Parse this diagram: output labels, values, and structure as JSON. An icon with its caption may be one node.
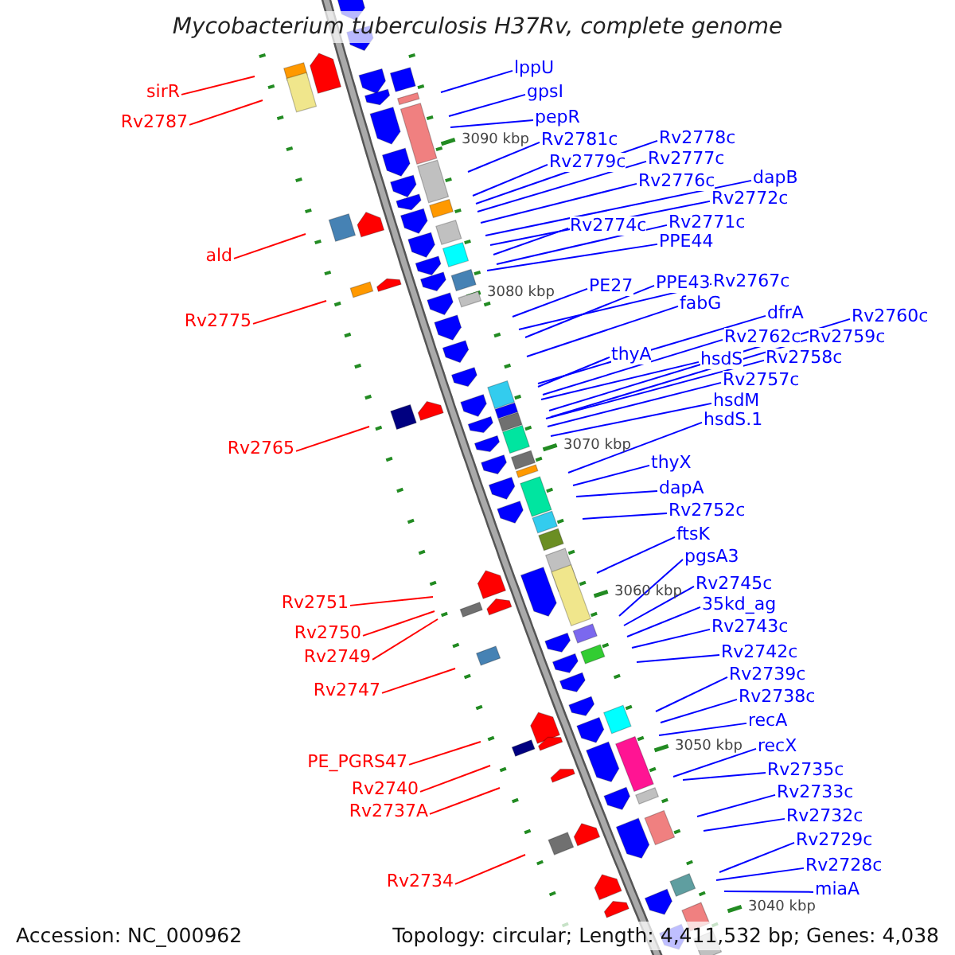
{
  "diagram": {
    "title": "Mycobacterium tuberculosis H37Rv, complete genome",
    "nodes": [
      {
        "text": [
          "lppU"
        ]
      },
      {
        "text": [
          "sirR"
        ]
      },
      {
        "text": [
          "gpsI"
        ]
      },
      {
        "text": [
          "pepR"
        ]
      },
      {
        "text": [
          "Rv2787"
        ]
      },
      {
        "text": [
          "Rv2778c"
        ]
      },
      {
        "text": [
          "Rv2781c"
        ]
      },
      {
        "text": [
          "Rv2777c"
        ]
      },
      {
        "text": [
          "Rv2779c"
        ]
      },
      {
        "text": [
          "dapB"
        ]
      },
      {
        "text": [
          "Rv2776c"
        ]
      },
      {
        "text": [
          "Rv2772c"
        ]
      },
      {
        "text": [
          "Rv2771c"
        ]
      },
      {
        "text": [
          "Rv2774c"
        ]
      },
      {
        "text": [
          "PPE44"
        ]
      },
      {
        "text": [
          "ald"
        ]
      },
      {
        "text": [
          "Rv2767c"
        ]
      },
      {
        "text": [
          "PPE43"
        ]
      },
      {
        "text": [
          "PE27"
        ]
      },
      {
        "text": [
          "fabG"
        ]
      },
      {
        "text": [
          "dfrA"
        ]
      },
      {
        "text": [
          "Rv2760c"
        ]
      },
      {
        "text": [
          "Rv2775"
        ]
      },
      {
        "text": [
          "Rv2762c"
        ]
      },
      {
        "text": [
          "Rv2759c"
        ]
      },
      {
        "text": [
          "thyA"
        ]
      },
      {
        "text": [
          "Rv2758c"
        ]
      },
      {
        "text": [
          "hsdS"
        ]
      },
      {
        "text": [
          "Rv2757c"
        ]
      },
      {
        "text": [
          "hsdM"
        ]
      },
      {
        "text": [
          "hsdS.1"
        ]
      },
      {
        "text": [
          "Rv2765"
        ]
      },
      {
        "text": [
          "thyX"
        ]
      },
      {
        "text": [
          "dapA"
        ]
      },
      {
        "text": [
          "Rv2752c"
        ]
      },
      {
        "text": [
          "ftsK"
        ]
      },
      {
        "text": [
          "pgsA3"
        ]
      },
      {
        "text": [
          "Rv2745c"
        ]
      },
      {
        "text": [
          "Rv2751"
        ]
      },
      {
        "text": [
          "35kd_ag"
        ]
      },
      {
        "text": [
          "Rv2743c"
        ]
      },
      {
        "text": [
          "Rv2750"
        ]
      },
      {
        "text": [
          "Rv2742c"
        ]
      },
      {
        "text": [
          "Rv2749"
        ]
      },
      {
        "text": [
          "Rv2739c"
        ]
      },
      {
        "text": [
          "Rv2747"
        ]
      },
      {
        "text": [
          "Rv2738c"
        ]
      },
      {
        "text": [
          "recA"
        ]
      },
      {
        "text": [
          "recX"
        ]
      },
      {
        "text": [
          "PE_PGRS47"
        ]
      },
      {
        "text": [
          "Rv2735c"
        ]
      },
      {
        "text": [
          "Rv2740"
        ]
      },
      {
        "text": [
          "Rv2733c"
        ]
      },
      {
        "text": [
          "Rv2737A"
        ]
      },
      {
        "text": [
          "Rv2732c"
        ]
      },
      {
        "text": [
          "Rv2729c"
        ]
      },
      {
        "text": [
          "Rv2728c"
        ]
      },
      {
        "text": [
          "Rv2734"
        ]
      },
      {
        "text": [
          "miaA"
        ]
      }
    ],
    "edges": [
      {
        "from": 0,
        "to": null,
        "arrow": "none"
      },
      {
        "from": 1,
        "to": null,
        "arrow": "none",
        "color": "#ff0000"
      },
      {
        "from": 2,
        "to": null,
        "arrow": "none"
      },
      {
        "from": 3,
        "to": null,
        "arrow": "none"
      },
      {
        "from": 4,
        "to": null,
        "arrow": "none",
        "color": "#ff0000"
      },
      {
        "from": 5,
        "to": null,
        "arrow": "none"
      },
      {
        "from": 6,
        "to": null,
        "arrow": "none"
      },
      {
        "from": 7,
        "to": null,
        "arrow": "none"
      },
      {
        "from": 8,
        "to": null,
        "arrow": "none"
      },
      {
        "from": 9,
        "to": null,
        "arrow": "none"
      },
      {
        "from": 10,
        "to": null,
        "arrow": "none"
      },
      {
        "from": 11,
        "to": null,
        "arrow": "none"
      },
      {
        "from": 12,
        "to": null,
        "arrow": "none"
      },
      {
        "from": 13,
        "to": null,
        "arrow": "none"
      },
      {
        "from": 14,
        "to": null,
        "arrow": "none"
      },
      {
        "from": 15,
        "to": null,
        "arrow": "none",
        "color": "#ff0000"
      },
      {
        "from": 16,
        "to": null,
        "arrow": "none"
      },
      {
        "from": 17,
        "to": null,
        "arrow": "none"
      },
      {
        "from": 18,
        "to": null,
        "arrow": "none"
      },
      {
        "from": 19,
        "to": null,
        "arrow": "none"
      },
      {
        "from": 20,
        "to": null,
        "arrow": "none"
      },
      {
        "from": 21,
        "to": null,
        "arrow": "none"
      },
      {
        "from": 22,
        "to": null,
        "arrow": "none",
        "color": "#ff0000"
      },
      {
        "from": 23,
        "to": null,
        "arrow": "none"
      },
      {
        "from": 24,
        "to": null,
        "arrow": "none"
      },
      {
        "from": 25,
        "to": null,
        "arrow": "none"
      },
      {
        "from": 26,
        "to": null,
        "arrow": "none"
      },
      {
        "from": 27,
        "to": null,
        "arrow": "none"
      },
      {
        "from": 28,
        "to": null,
        "arrow": "none"
      },
      {
        "from": 29,
        "to": null,
        "arrow": "none"
      },
      {
        "from": 30,
        "to": null,
        "arrow": "none"
      },
      {
        "from": 31,
        "to": null,
        "arrow": "none",
        "color": "#ff0000"
      },
      {
        "from": 32,
        "to": null,
        "arrow": "none"
      },
      {
        "from": 33,
        "to": null,
        "arrow": "none"
      },
      {
        "from": 34,
        "to": null,
        "arrow": "none"
      },
      {
        "from": 35,
        "to": null,
        "arrow": "none"
      },
      {
        "from": 36,
        "to": null,
        "arrow": "none"
      },
      {
        "from": 37,
        "to": null,
        "arrow": "none"
      },
      {
        "from": 38,
        "to": null,
        "arrow": "none",
        "color": "#ff0000"
      },
      {
        "from": 39,
        "to": null,
        "arrow": "none"
      },
      {
        "from": 40,
        "to": null,
        "arrow": "none"
      },
      {
        "from": 41,
        "to": null,
        "arrow": "none",
        "color": "#ff0000"
      },
      {
        "from": 42,
        "to": null,
        "arrow": "none"
      },
      {
        "from": 43,
        "to": null,
        "arrow": "none",
        "color": "#ff0000"
      },
      {
        "from": 44,
        "to": null,
        "arrow": "none"
      },
      {
        "from": 45,
        "to": null,
        "arrow": "none",
        "color": "#ff0000"
      },
      {
        "from": 46,
        "to": null,
        "arrow": "none"
      },
      {
        "from": 47,
        "to": null,
        "arrow": "none"
      },
      {
        "from": 48,
        "to": null,
        "arrow": "none"
      },
      {
        "from": 49,
        "to": null,
        "arrow": "none",
        "color": "#ff0000"
      },
      {
        "from": 50,
        "to": null,
        "arrow": "none"
      },
      {
        "from": 51,
        "to": null,
        "arrow": "none",
        "color": "#ff0000"
      },
      {
        "from": 52,
        "to": null,
        "arrow": "none"
      },
      {
        "from": 53,
        "to": null,
        "arrow": "none",
        "color": "#ff0000"
      },
      {
        "from": 54,
        "to": null,
        "arrow": "none"
      },
      {
        "from": 55,
        "to": null,
        "arrow": "none"
      },
      {
        "from": 56,
        "to": null,
        "arrow": "none"
      },
      {
        "from": 57,
        "to": null,
        "arrow": "none",
        "color": "#ff0000"
      },
      {
        "from": 58,
        "to": null,
        "arrow": "none"
      }
    ],
    "labels": [
      "3090 kbp",
      "3080 kbp",
      "3070 kbp",
      "3060 kbp",
      "3050 kbp",
      "3040 kbp",
      "Accession: NC_000962",
      "Topology: circular; Length: 4,411,532 bp; Genes: 4,038"
    ]
  }
}
